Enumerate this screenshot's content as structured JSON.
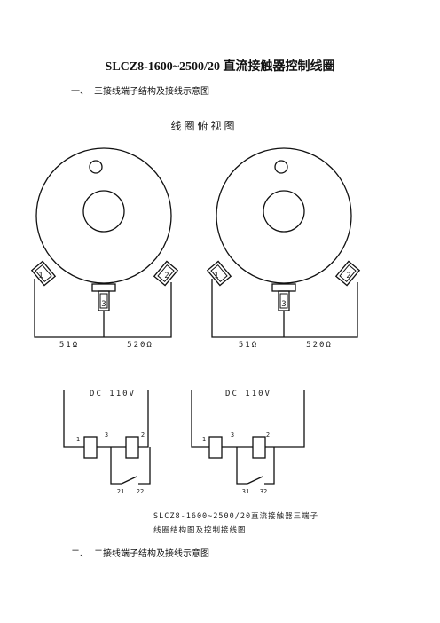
{
  "document": {
    "title": "SLCZ8-1600~2500/20 直流接触器控制线圈",
    "sections": [
      {
        "number": "一、",
        "text": "三接线端子结构及接线示意图"
      },
      {
        "number": "二、",
        "text": "二接线端子结构及接线示意图"
      }
    ]
  },
  "coil_view": {
    "caption": "线圈俯视图",
    "coils": [
      {
        "terminals": [
          "1",
          "2",
          "3"
        ],
        "res_left": "51Ω",
        "res_right": "520Ω"
      },
      {
        "terminals": [
          "1",
          "2",
          "3"
        ],
        "res_left": "51Ω",
        "res_right": "520Ω"
      }
    ]
  },
  "wiring": {
    "circuits": [
      {
        "voltage": "DC  110V",
        "terminals": [
          "1",
          "3",
          "2"
        ],
        "contacts": [
          "21",
          "22"
        ]
      },
      {
        "voltage": "DC  110V",
        "terminals": [
          "1",
          "3",
          "2"
        ],
        "contacts": [
          "31",
          "32"
        ]
      }
    ],
    "caption_line1": "SLCZ8-1600~2500/20直流接触器三端子",
    "caption_line2": "线圈结构图及控制接线图"
  }
}
